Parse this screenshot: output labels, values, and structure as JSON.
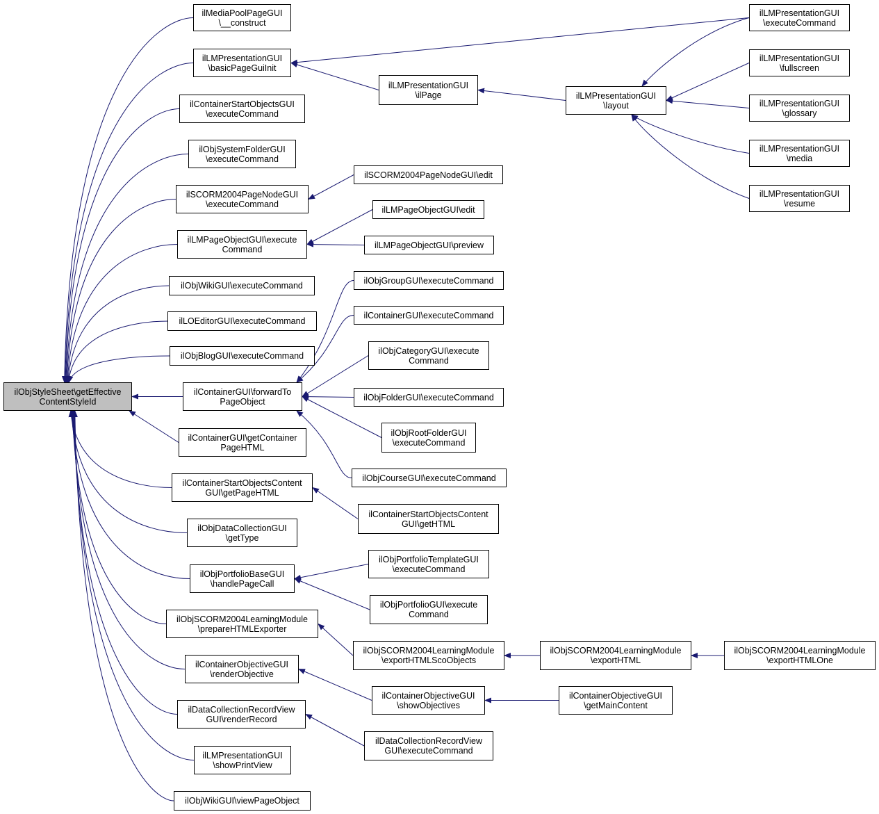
{
  "colors": {
    "edge": "#191970",
    "node_border": "#000000",
    "node_fill": "#ffffff",
    "root_fill": "#bfbfbf"
  },
  "diagram": {
    "root": {
      "id": "root",
      "lines": [
        "ilObjStyleSheet\\getEffective",
        "ContentStyleId"
      ]
    },
    "nodes": [
      {
        "id": "n1",
        "lines": [
          "ilMediaPoolPageGUI",
          "\\__construct"
        ]
      },
      {
        "id": "n2",
        "lines": [
          "ilLMPresentationGUI",
          "\\basicPageGuiInit"
        ]
      },
      {
        "id": "n3",
        "lines": [
          "ilContainerStartObjectsGUI",
          "\\executeCommand"
        ]
      },
      {
        "id": "n4",
        "lines": [
          "ilObjSystemFolderGUI",
          "\\executeCommand"
        ]
      },
      {
        "id": "n5",
        "lines": [
          "ilSCORM2004PageNodeGUI",
          "\\executeCommand"
        ]
      },
      {
        "id": "n6",
        "lines": [
          "ilLMPageObjectGUI\\execute",
          "Command"
        ]
      },
      {
        "id": "n7",
        "lines": [
          "ilObjWikiGUI\\executeCommand"
        ]
      },
      {
        "id": "n8",
        "lines": [
          "ilLOEditorGUI\\executeCommand"
        ]
      },
      {
        "id": "n9",
        "lines": [
          "ilObjBlogGUI\\executeCommand"
        ]
      },
      {
        "id": "n10",
        "lines": [
          "ilContainerGUI\\forwardTo",
          "PageObject"
        ]
      },
      {
        "id": "n11",
        "lines": [
          "ilContainerGUI\\getContainer",
          "PageHTML"
        ]
      },
      {
        "id": "n12",
        "lines": [
          "ilContainerStartObjectsContent",
          "GUI\\getPageHTML"
        ]
      },
      {
        "id": "n13",
        "lines": [
          "ilObjDataCollectionGUI",
          "\\getType"
        ]
      },
      {
        "id": "n14",
        "lines": [
          "ilObjPortfolioBaseGUI",
          "\\handlePageCall"
        ]
      },
      {
        "id": "n15",
        "lines": [
          "ilObjSCORM2004LearningModule",
          "\\prepareHTMLExporter"
        ]
      },
      {
        "id": "n16",
        "lines": [
          "ilContainerObjectiveGUI",
          "\\renderObjective"
        ]
      },
      {
        "id": "n17",
        "lines": [
          "ilDataCollectionRecordView",
          "GUI\\renderRecord"
        ]
      },
      {
        "id": "n18",
        "lines": [
          "ilLMPresentationGUI",
          "\\showPrintView"
        ]
      },
      {
        "id": "n19",
        "lines": [
          "ilObjWikiGUI\\viewPageObject"
        ]
      },
      {
        "id": "m1",
        "lines": [
          "ilLMPresentationGUI",
          "\\ilPage"
        ]
      },
      {
        "id": "m2",
        "lines": [
          "ilSCORM2004PageNodeGUI\\edit"
        ]
      },
      {
        "id": "m3",
        "lines": [
          "ilLMPageObjectGUI\\edit"
        ]
      },
      {
        "id": "m4",
        "lines": [
          "ilLMPageObjectGUI\\preview"
        ]
      },
      {
        "id": "m5",
        "lines": [
          "ilObjGroupGUI\\executeCommand"
        ]
      },
      {
        "id": "m6",
        "lines": [
          "ilContainerGUI\\executeCommand"
        ]
      },
      {
        "id": "m7",
        "lines": [
          "ilObjCategoryGUI\\execute",
          "Command"
        ]
      },
      {
        "id": "m8",
        "lines": [
          "ilObjFolderGUI\\executeCommand"
        ]
      },
      {
        "id": "m9",
        "lines": [
          "ilObjRootFolderGUI",
          "\\executeCommand"
        ]
      },
      {
        "id": "m10",
        "lines": [
          "ilObjCourseGUI\\executeCommand"
        ]
      },
      {
        "id": "m11",
        "lines": [
          "ilContainerStartObjectsContent",
          "GUI\\getHTML"
        ]
      },
      {
        "id": "m12",
        "lines": [
          "ilObjPortfolioTemplateGUI",
          "\\executeCommand"
        ]
      },
      {
        "id": "m13",
        "lines": [
          "ilObjPortfolioGUI\\execute",
          "Command"
        ]
      },
      {
        "id": "m14",
        "lines": [
          "ilObjSCORM2004LearningModule",
          "\\exportHTMLScoObjects"
        ]
      },
      {
        "id": "m15",
        "lines": [
          "ilContainerObjectiveGUI",
          "\\showObjectives"
        ]
      },
      {
        "id": "m16",
        "lines": [
          "ilDataCollectionRecordView",
          "GUI\\executeCommand"
        ]
      },
      {
        "id": "l1",
        "lines": [
          "ilLMPresentationGUI",
          "\\layout"
        ]
      },
      {
        "id": "l2",
        "lines": [
          "ilObjSCORM2004LearningModule",
          "\\exportHTML"
        ]
      },
      {
        "id": "l3",
        "lines": [
          "ilContainerObjectiveGUI",
          "\\getMainContent"
        ]
      },
      {
        "id": "r1",
        "lines": [
          "ilLMPresentationGUI",
          "\\executeCommand"
        ]
      },
      {
        "id": "r2",
        "lines": [
          "ilLMPresentationGUI",
          "\\fullscreen"
        ]
      },
      {
        "id": "r3",
        "lines": [
          "ilLMPresentationGUI",
          "\\glossary"
        ]
      },
      {
        "id": "r4",
        "lines": [
          "ilLMPresentationGUI",
          "\\media"
        ]
      },
      {
        "id": "r5",
        "lines": [
          "ilLMPresentationGUI",
          "\\resume"
        ]
      },
      {
        "id": "r6",
        "lines": [
          "ilObjSCORM2004LearningModule",
          "\\exportHTMLOne"
        ]
      }
    ],
    "edges": [
      {
        "from": "n1",
        "to": "root"
      },
      {
        "from": "n2",
        "to": "root"
      },
      {
        "from": "n3",
        "to": "root"
      },
      {
        "from": "n4",
        "to": "root"
      },
      {
        "from": "n5",
        "to": "root"
      },
      {
        "from": "n6",
        "to": "root"
      },
      {
        "from": "n7",
        "to": "root"
      },
      {
        "from": "n8",
        "to": "root"
      },
      {
        "from": "n9",
        "to": "root"
      },
      {
        "from": "n10",
        "to": "root"
      },
      {
        "from": "n11",
        "to": "root"
      },
      {
        "from": "n12",
        "to": "root"
      },
      {
        "from": "n13",
        "to": "root"
      },
      {
        "from": "n14",
        "to": "root"
      },
      {
        "from": "n15",
        "to": "root"
      },
      {
        "from": "n16",
        "to": "root"
      },
      {
        "from": "n17",
        "to": "root"
      },
      {
        "from": "n18",
        "to": "root"
      },
      {
        "from": "n19",
        "to": "root"
      },
      {
        "from": "r1",
        "to": "n2"
      },
      {
        "from": "m1",
        "to": "n2"
      },
      {
        "from": "l1",
        "to": "m1"
      },
      {
        "from": "r1",
        "to": "l1"
      },
      {
        "from": "r2",
        "to": "l1"
      },
      {
        "from": "r3",
        "to": "l1"
      },
      {
        "from": "r4",
        "to": "l1"
      },
      {
        "from": "r5",
        "to": "l1"
      },
      {
        "from": "m2",
        "to": "n5"
      },
      {
        "from": "m3",
        "to": "n6"
      },
      {
        "from": "m4",
        "to": "n6"
      },
      {
        "from": "m5",
        "to": "n10"
      },
      {
        "from": "m6",
        "to": "n10"
      },
      {
        "from": "m7",
        "to": "n10"
      },
      {
        "from": "m8",
        "to": "n10"
      },
      {
        "from": "m9",
        "to": "n10"
      },
      {
        "from": "m10",
        "to": "n10"
      },
      {
        "from": "m11",
        "to": "n12"
      },
      {
        "from": "m12",
        "to": "n14"
      },
      {
        "from": "m13",
        "to": "n14"
      },
      {
        "from": "m14",
        "to": "n15"
      },
      {
        "from": "l2",
        "to": "m14"
      },
      {
        "from": "r6",
        "to": "l2"
      },
      {
        "from": "m15",
        "to": "n16"
      },
      {
        "from": "l3",
        "to": "m15"
      },
      {
        "from": "m16",
        "to": "n17"
      }
    ]
  }
}
